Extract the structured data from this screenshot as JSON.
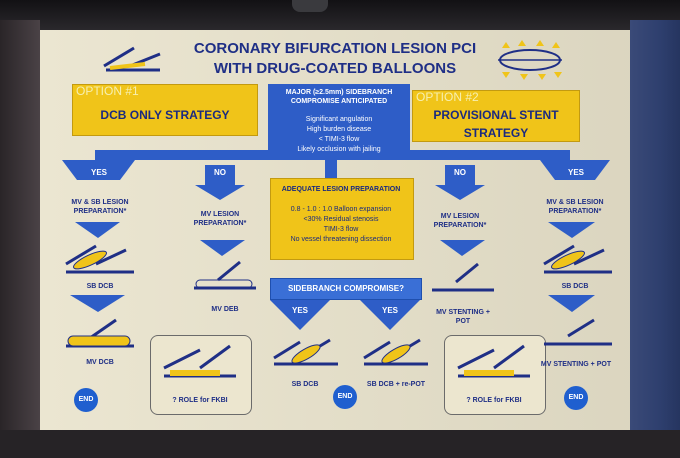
{
  "slide": {
    "title_line1": "CORONARY BIFURCATION LESION PCI",
    "title_line2": "WITH DRUG-COATED BALLOONS",
    "option1_label": "OPTION #1",
    "option1_text": "DCB ONLY STRATEGY",
    "option2_label": "OPTION #2",
    "option2_text": "PROVISIONAL STENT STRATEGY",
    "center_box": {
      "heading": "MAJOR (≥2.5mm) SIDEBRANCH COMPROMISE ANTICIPATED",
      "items": [
        "Significant angulation",
        "High burden disease",
        "< TIMI-3 flow",
        "Likely occlusion with jailing"
      ]
    },
    "adequate_box": {
      "heading": "ADEQUATE LESION PREPARATION",
      "items": [
        "0.8 - 1.0 : 1.0 Balloon expansion",
        "<30% Residual stenosis",
        "TIMI-3 flow",
        "No vessel threatening dissection"
      ]
    },
    "sidebranch_question": "SIDEBRANCH COMPROMISE?",
    "yes": "YES",
    "no": "NO",
    "end": "END",
    "col1": {
      "prep": "MV & SB LESION PREPARATION*",
      "step1": "SB DCB",
      "step2": "MV DCB"
    },
    "col2": {
      "prep": "MV LESION PREPARATION*",
      "step1": "MV DEB"
    },
    "col3": {
      "step1": "SB DCB"
    },
    "col4": {
      "step1": "SB DCB + re-POT"
    },
    "col5": {
      "prep": "MV LESION PREPARATION*",
      "step1": "MV STENTING + POT"
    },
    "col6": {
      "prep": "MV & SB LESION PREPARATION*",
      "step1": "SB DCB",
      "step2": "MV STENTING + POT"
    },
    "fkbi": "? ROLE for FKBI",
    "colors": {
      "navy": "#1f2f86",
      "blue": "#2e5dc7",
      "yellow": "#f0c419",
      "bg": "#e9e3cc"
    }
  }
}
